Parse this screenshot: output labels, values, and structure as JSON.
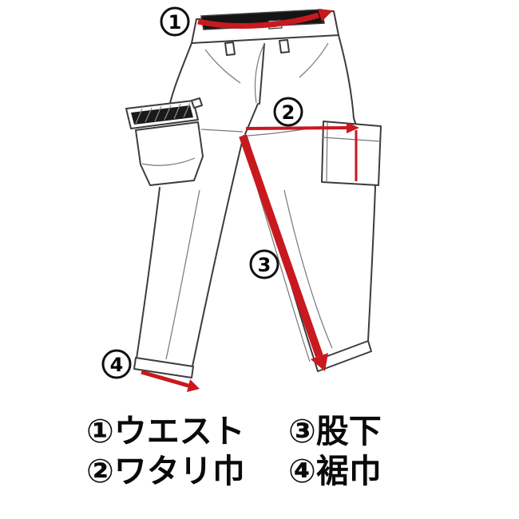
{
  "page": {
    "background": "#ffffff"
  },
  "colors": {
    "arrow_red": "#c8191e",
    "line": "#3c3c3c",
    "belt_black": "#141414"
  },
  "diagram": {
    "subject": "pants-measurement-diagram",
    "markers": [
      {
        "num": "1",
        "name": "waist"
      },
      {
        "num": "2",
        "name": "thigh-width"
      },
      {
        "num": "3",
        "name": "inseam"
      },
      {
        "num": "4",
        "name": "hem-width"
      }
    ]
  },
  "legend": {
    "items": [
      {
        "marker": "①",
        "label": "ウエスト"
      },
      {
        "marker": "②",
        "label": "ワタリ巾"
      },
      {
        "marker": "③",
        "label": "股下"
      },
      {
        "marker": "④",
        "label": "裾巾"
      }
    ]
  }
}
